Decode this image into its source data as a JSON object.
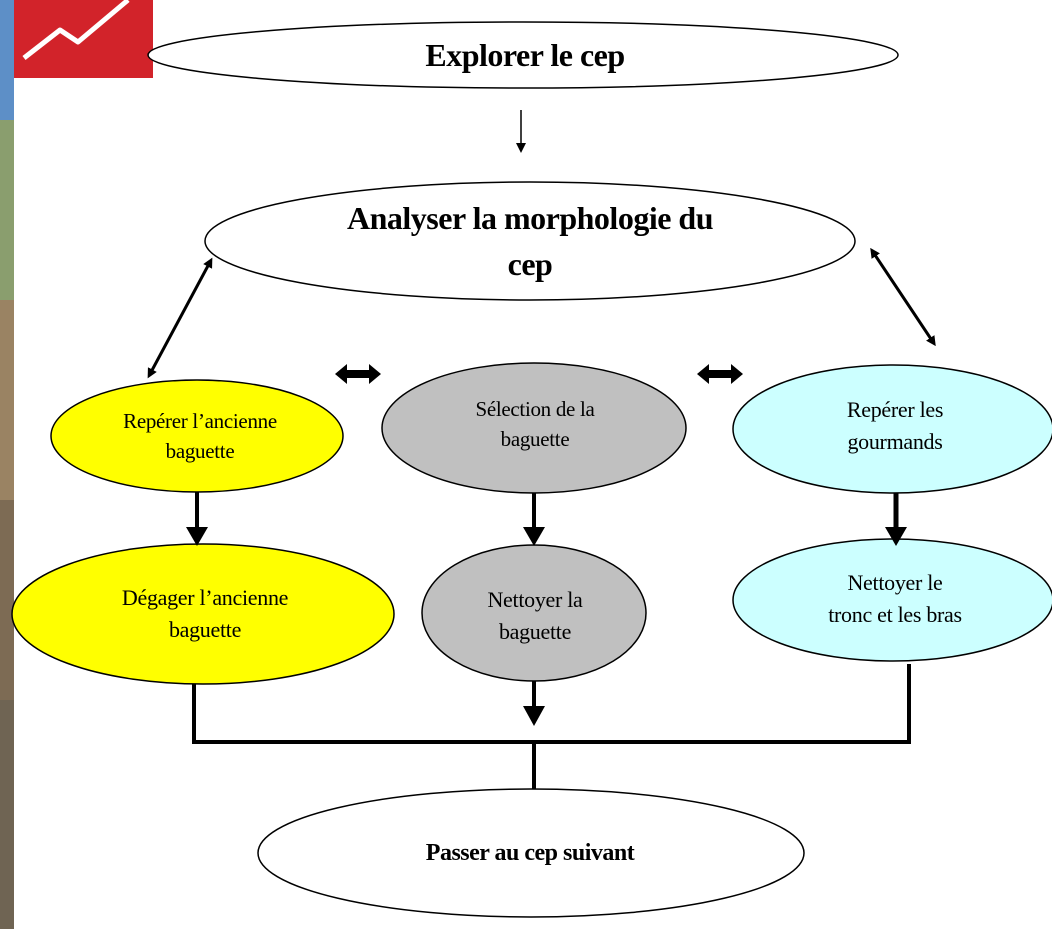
{
  "nodes": {
    "explorer": "Explorer le cep",
    "analyser_line1": "Analyser la morphologie du",
    "analyser_line2": "cep",
    "reperer_ancienne_line1": "Repérer l’ancienne",
    "reperer_ancienne_line2": "baguette",
    "selection_line1": "Sélection de la",
    "selection_line2": "baguette",
    "reperer_gourmands_line1": "Repérer les",
    "reperer_gourmands_line2": "gourmands",
    "degager_line1": "Dégager  l’ancienne",
    "degager_line2": "baguette",
    "nettoyer_baguette_line1": "Nettoyer la",
    "nettoyer_baguette_line2": "baguette",
    "nettoyer_tronc_line1": "Nettoyer le",
    "nettoyer_tronc_line2": "tronc et les bras",
    "passer": "Passer au cep suivant"
  },
  "colors": {
    "yellow": "#ffff00",
    "gray": "#c0c0c0",
    "cyan": "#ccffff",
    "white": "#ffffff",
    "logo_red": "#d2232a",
    "line": "#000000"
  },
  "logo": "red-square-rising-line-logo"
}
